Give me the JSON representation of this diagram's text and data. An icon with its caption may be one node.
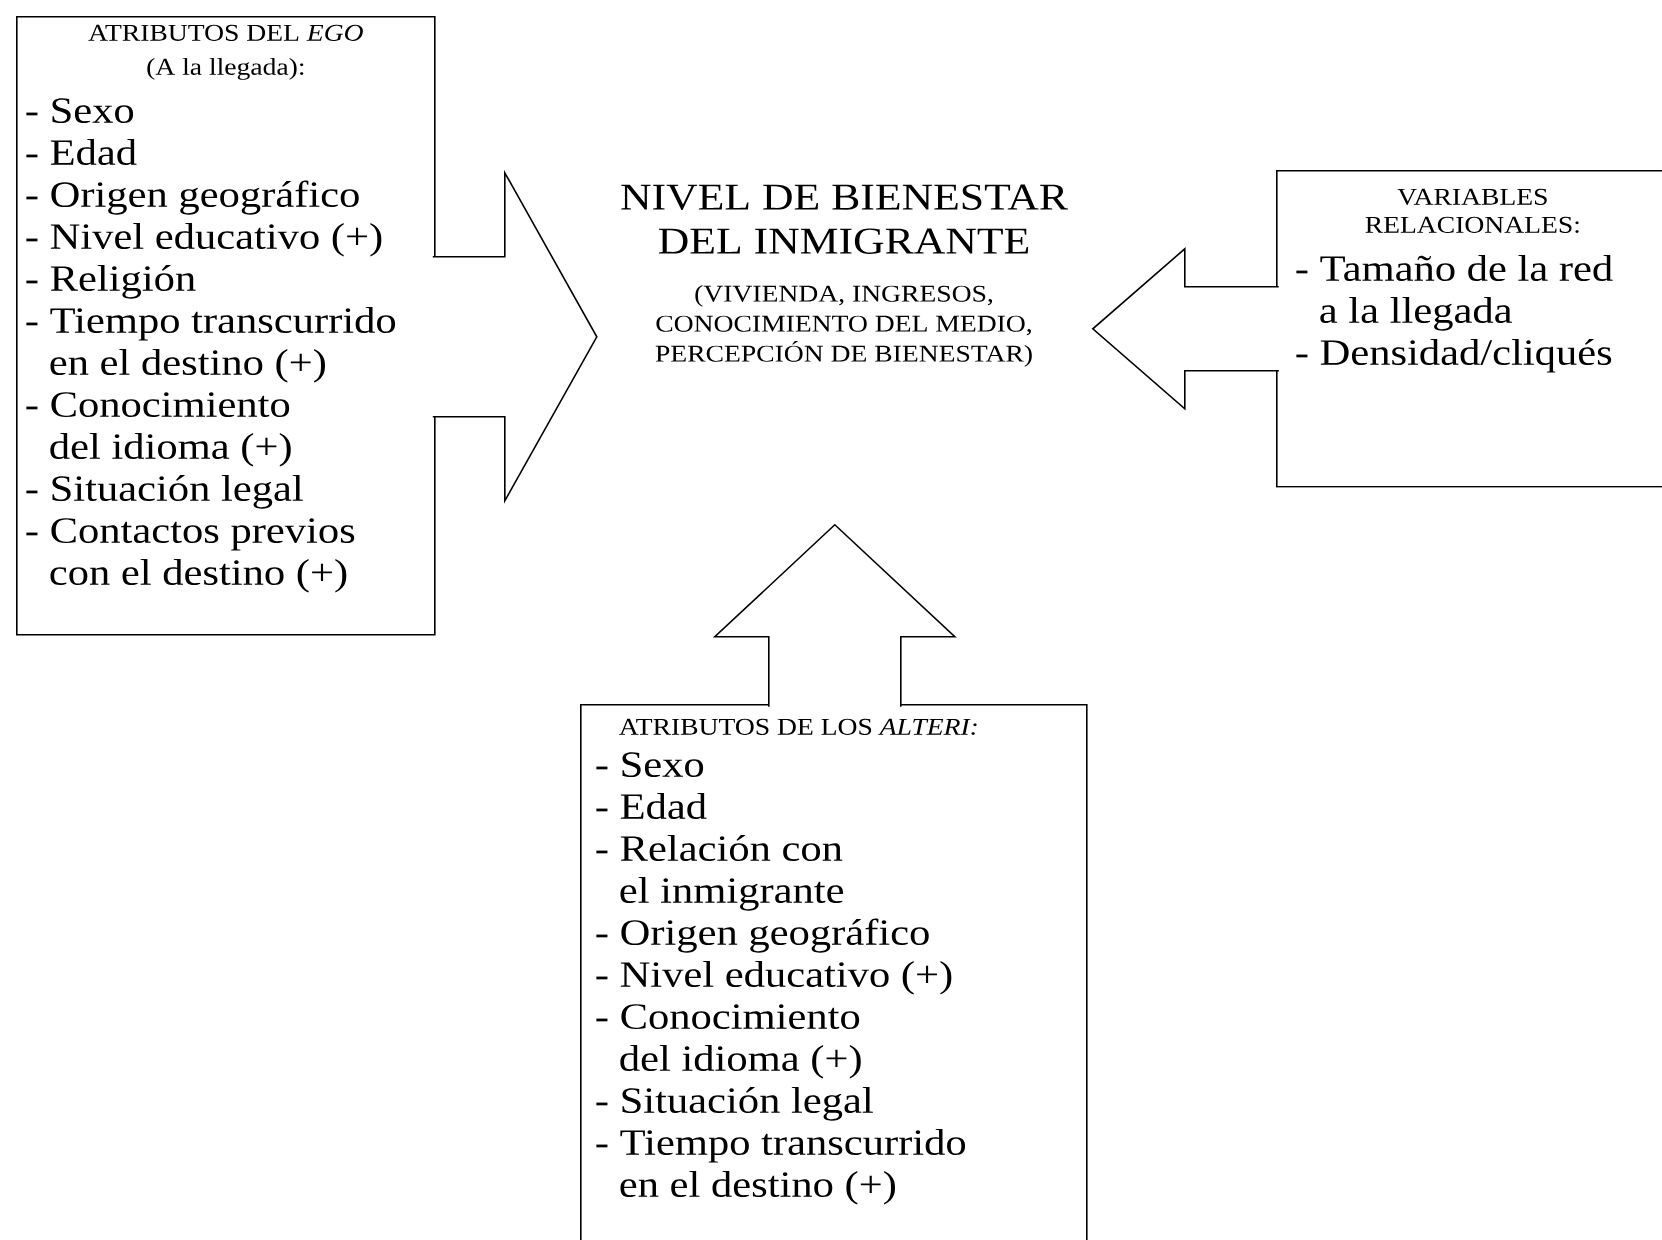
{
  "diagram": {
    "nodes": [
      {
        "text": [
          "ATRIBUTOS DEL *EGO*",
          "(A la llegada):",
          "- Sexo",
          "- Edad",
          "- Origen geográfico",
          "- Nivel educativo (+)",
          "- Religión",
          "- Tiempo transcurrido en el destino (+)",
          "- Conocimiento del idioma (+)",
          "- Situación legal",
          "- Contactos previos con el destino (+)"
        ]
      },
      {
        "text": [
          "NIVEL DE BIENESTAR DEL INMIGRANTE",
          "(VIVIENDA, INGRESOS, CONOCIMIENTO DEL MEDIO, PERCEPCIÓN DE BIENESTAR)"
        ]
      },
      {
        "text": [
          "VARIABLES RELACIONALES:",
          "- Tamaño de la red a la llegada",
          "- Densidad/cliqués"
        ]
      },
      {
        "text": [
          "ATRIBUTOS DE LOS *ALTERI:*",
          "- Sexo",
          "- Edad",
          "- Relación con el inmigrante",
          "- Origen geográfico",
          "- Nivel educativo (+)",
          "- Conocimiento del idioma (+)",
          "- Situación legal",
          "- Tiempo transcurrido en el destino (+)"
        ]
      }
    ],
    "edges": [
      {
        "from": 0,
        "to": 1,
        "arrow": "to"
      },
      {
        "from": 2,
        "to": 1,
        "arrow": "to"
      },
      {
        "from": 3,
        "to": 1,
        "arrow": "to"
      }
    ]
  }
}
